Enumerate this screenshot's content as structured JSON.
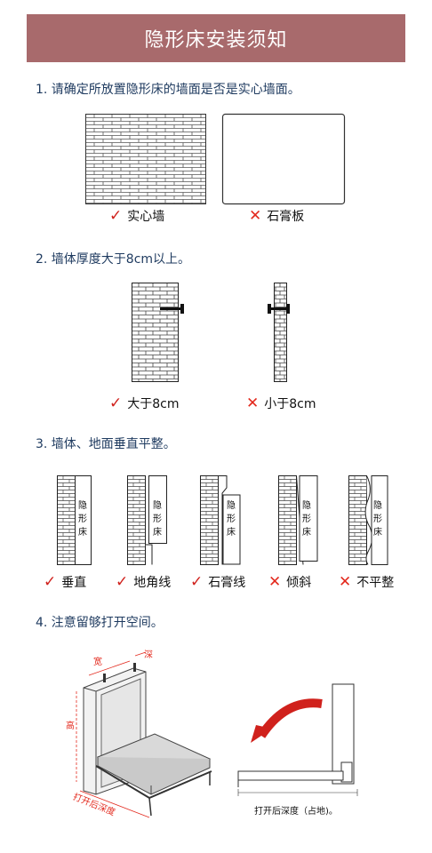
{
  "title": "隐形床安装须知",
  "sections": [
    {
      "heading": "1. 请确定所放置隐形床的墙面是否是实心墙面。",
      "options": [
        {
          "mark": "✓",
          "label": "实心墙",
          "status": "ok"
        },
        {
          "mark": "✕",
          "label": "石膏板",
          "status": "no"
        }
      ]
    },
    {
      "heading": "2. 墙体厚度大于8cm以上。",
      "options": [
        {
          "mark": "✓",
          "label": "大于8cm",
          "status": "ok"
        },
        {
          "mark": "✕",
          "label": "小于8cm",
          "status": "no"
        }
      ]
    },
    {
      "heading": "3. 墙体、地面垂直平整。",
      "bed_label": [
        "隐",
        "形",
        "床"
      ],
      "options": [
        {
          "mark": "✓",
          "label": "垂直",
          "status": "ok"
        },
        {
          "mark": "✓",
          "label": "地角线",
          "status": "ok"
        },
        {
          "mark": "✓",
          "label": "石膏线",
          "status": "ok"
        },
        {
          "mark": "✕",
          "label": "倾斜",
          "status": "no"
        },
        {
          "mark": "✕",
          "label": "不平整",
          "status": "no"
        }
      ]
    },
    {
      "heading": "4. 注意留够打开空间。",
      "dimension_labels": {
        "width": "宽",
        "depth": "深",
        "height": "高",
        "open_depth": "打开后深度"
      },
      "side_caption": "打开后深度（占地)。"
    }
  ],
  "colors": {
    "banner": "#a86a6c",
    "heading_text": "#1e3a5f",
    "check": "#d0211c",
    "cross": "#e32a1e"
  }
}
